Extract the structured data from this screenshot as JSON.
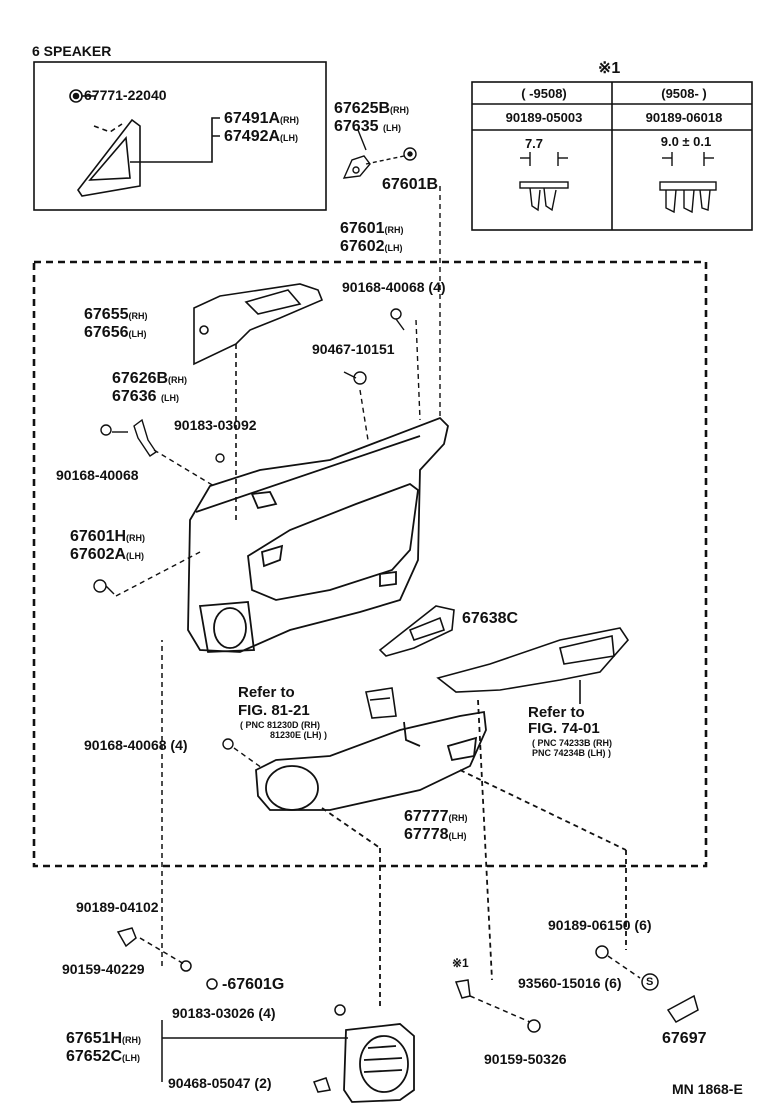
{
  "section_title": "6 SPEAKER",
  "note_mark": "※1",
  "note_mark_small": "※1",
  "diagram_code": "MN 1868-E",
  "table": {
    "col1_range": "(       -9508)",
    "col2_range": "(9508-        )",
    "col1_part": "90189-05003",
    "col2_part": "90189-06018",
    "col1_dim": "7.7",
    "col2_dim": "9.0 ± 0.1"
  },
  "labels": {
    "p67771": "67771-22040",
    "p67491": "67491A",
    "p67492": "67492A",
    "p67625": "67625B",
    "p67635": "67635",
    "p67601b": "67601B",
    "p67601": "67601",
    "p67602": "67602",
    "p90168_top": "90168-40068 (4)",
    "p67655": "67655",
    "p67656": "67656",
    "p90467": "90467-10151",
    "p67626": "67626B",
    "p67636": "67636",
    "p90183_mid": "90183-03092",
    "p90168_left": "90168-40068",
    "p67601h": "67601H",
    "p67602a": "67602A",
    "p67638c": "67638C",
    "ref_a_1": "Refer to",
    "ref_a_2": "FIG. 81-21",
    "ref_a_pnc1": "( PNC 81230D (RH)",
    "ref_a_pnc2": "81230E (LH) )",
    "ref_b_1": "Refer to",
    "ref_b_2": "FIG. 74-01",
    "ref_b_pnc1": "( PNC 74233B (RH)",
    "ref_b_pnc2": "PNC 74234B (LH) )",
    "p90168_low": "90168-40068 (4)",
    "p67777": "67777",
    "p67778": "67778",
    "p90189_041": "90189-04102",
    "p90159_402": "90159-40229",
    "p67601g": "67601G",
    "p90183_bot": "90183-03026 (4)",
    "p67651h": "67651H",
    "p67652c": "67652C",
    "p90468": "90468-05047 (2)",
    "p90189_061": "90189-06150 (6)",
    "p93560": "93560-15016 (6)",
    "s_mark": "S",
    "p67697": "67697",
    "p90159_503": "90159-50326",
    "rh": "(RH)",
    "lh": "(LH)"
  }
}
